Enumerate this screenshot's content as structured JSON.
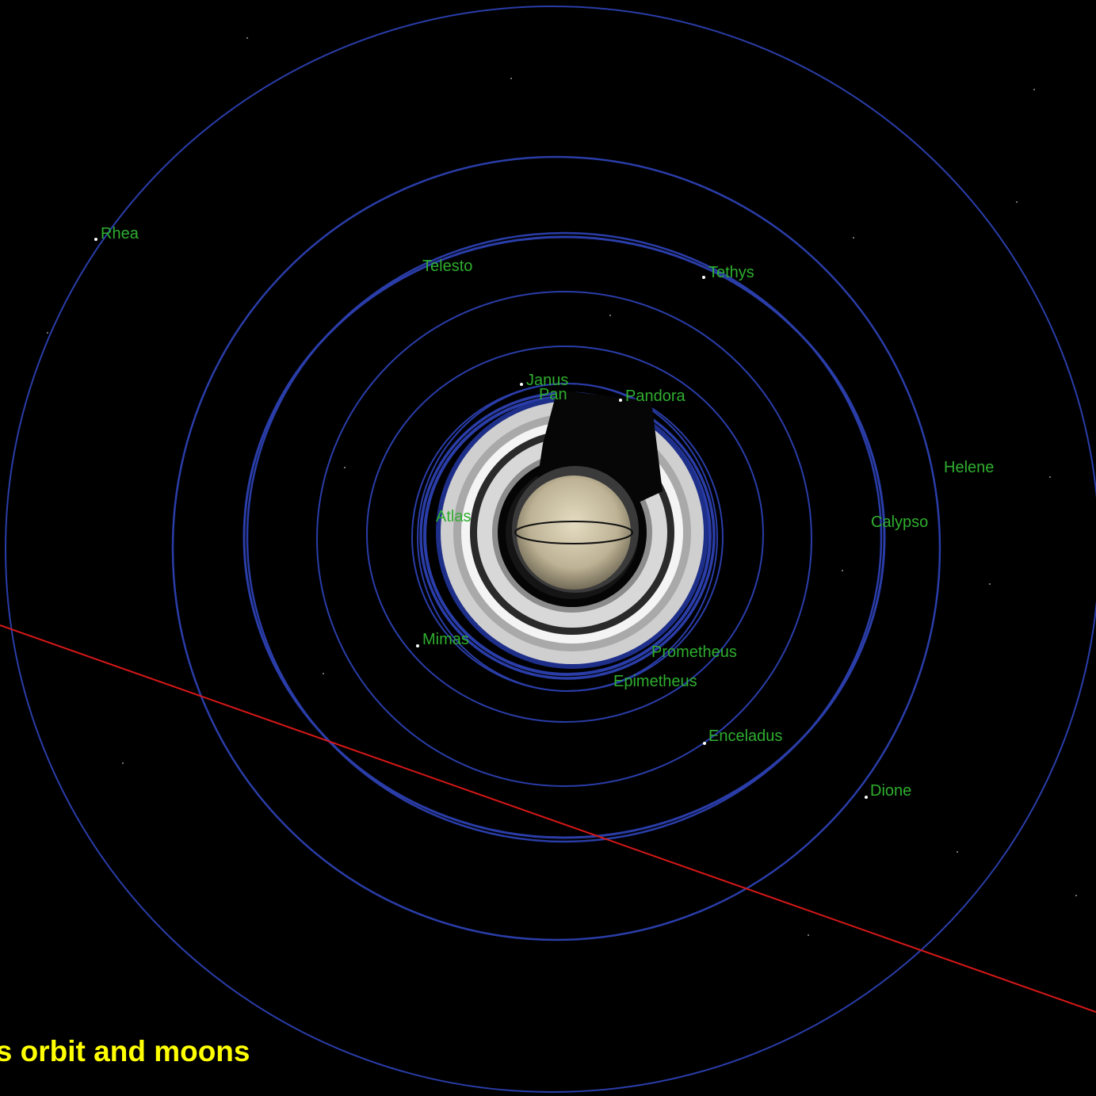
{
  "caption": "'s orbit and moons",
  "colors": {
    "background": "#000000",
    "orbit": "#2a3da8",
    "trajectory": "#d81818",
    "label": "#2fae2f",
    "caption": "#ffff00",
    "moon_dot": "#ffffff",
    "rings": "#c9c9c9",
    "planet": "#d6ccb0"
  },
  "moons": [
    {
      "name": "Rhea"
    },
    {
      "name": "Telesto"
    },
    {
      "name": "Tethys"
    },
    {
      "name": "Janus"
    },
    {
      "name": "Pan"
    },
    {
      "name": "Pandora"
    },
    {
      "name": "Helene"
    },
    {
      "name": "Calypso"
    },
    {
      "name": "Atlas"
    },
    {
      "name": "Mimas"
    },
    {
      "name": "Prometheus"
    },
    {
      "name": "Epimetheus"
    },
    {
      "name": "Enceladus"
    },
    {
      "name": "Dione"
    }
  ],
  "icons": [
    "planet-icon",
    "rings-icon",
    "moon-dot-icon"
  ]
}
